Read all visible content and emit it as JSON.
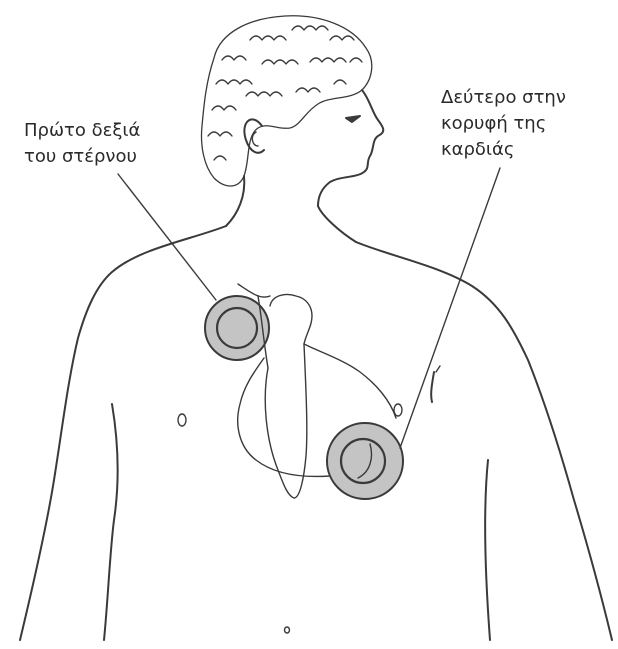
{
  "figure": {
    "labels": {
      "first_site": [
        "Πρώτο δεξιά",
        "του στέρνου"
      ],
      "second_site": [
        "Δεύτερο στην",
        "κορυφή της",
        "καρδιάς"
      ]
    },
    "colors": {
      "line": "#3a3a3a",
      "electrode_shade": "#c4c4c4",
      "background": "#ffffff"
    }
  }
}
